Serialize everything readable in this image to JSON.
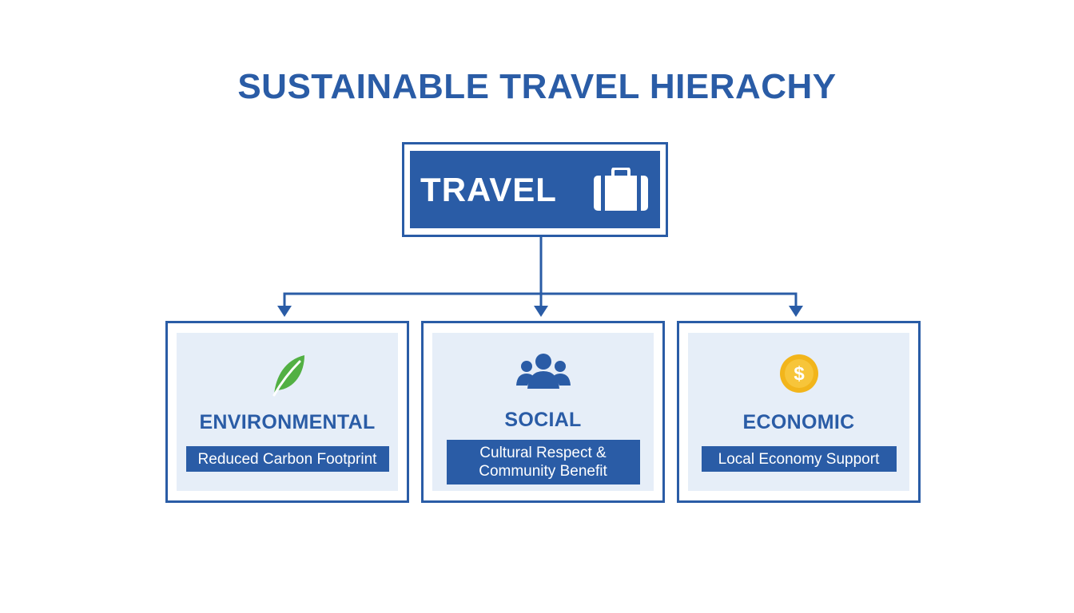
{
  "title": "SUSTAINABLE TRAVEL HIERACHY",
  "colors": {
    "primary": "#2a5ca6",
    "title": "#2a5ca6",
    "card_fill": "#e6eef8",
    "leaf": "#52b043",
    "coin": "#f2b51b"
  },
  "root": {
    "label": "TRAVEL",
    "icon": "suitcase-icon"
  },
  "pillars": [
    {
      "icon": "leaf-icon",
      "title": "ENVIRONMENTAL",
      "badge_lines": [
        "Reduced Carbon Footprint"
      ]
    },
    {
      "icon": "people-icon",
      "title": "SOCIAL",
      "badge_lines": [
        "Cultural Respect &",
        "Community Benefit"
      ]
    },
    {
      "icon": "dollar-coin-icon",
      "title": "ECONOMIC",
      "badge_lines": [
        "Local Economy Support"
      ]
    }
  ]
}
